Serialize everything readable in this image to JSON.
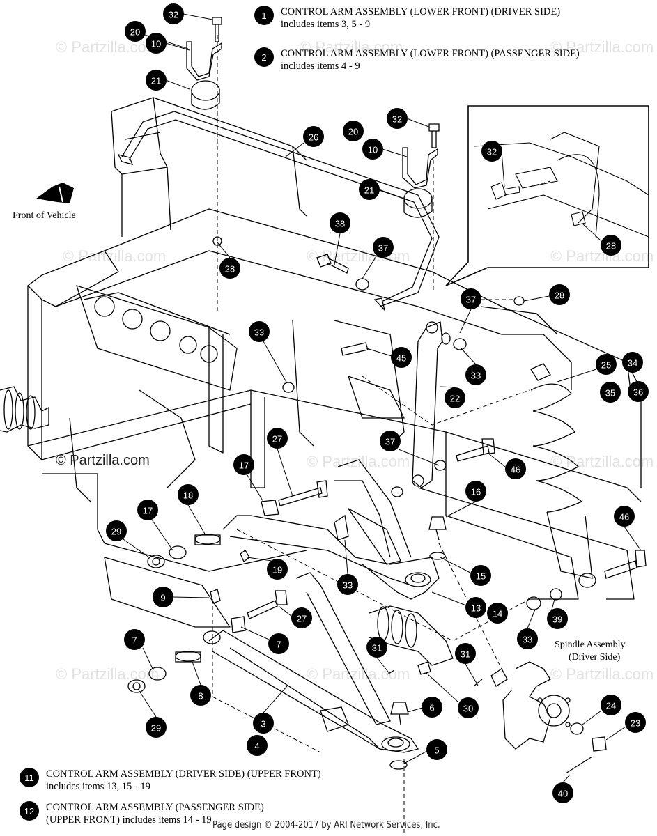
{
  "legend_top": [
    {
      "num": "1",
      "title": "CONTROL ARM ASSEMBLY (LOWER FRONT) (DRIVER SIDE)",
      "sub": "includes items 3, 5 - 9"
    },
    {
      "num": "2",
      "title": "CONTROL ARM ASSEMBLY (LOWER FRONT) (PASSENGER SIDE)",
      "sub": "includes items 4 - 9"
    }
  ],
  "legend_bottom": [
    {
      "num": "11",
      "title": "CONTROL ARM ASSEMBLY (DRIVER SIDE) (UPPER FRONT)",
      "sub": "includes items 13, 15 - 19"
    },
    {
      "num": "12",
      "title": "CONTROL ARM ASSEMBLY (PASSENGER SIDE)",
      "sub": "(UPPER FRONT) includes items 14 - 19"
    }
  ],
  "front_of_vehicle": "Front of Vehicle",
  "spindle_label_1": "Spindle Assembly",
  "spindle_label_2": "(Driver Side)",
  "partzilla_mark": "© Partzilla.com",
  "watermark": "© Partzilla.com",
  "footer": "Page design © 2004-2017 by ARI Network Services, Inc.",
  "callouts": [
    "32",
    "20",
    "10",
    "21",
    "26",
    "32",
    "20",
    "10",
    "21",
    "32",
    "28",
    "38",
    "37",
    "28",
    "37",
    "28",
    "33",
    "45",
    "33",
    "22",
    "25",
    "34",
    "35",
    "36",
    "27",
    "37",
    "46",
    "17",
    "18",
    "16",
    "17",
    "29",
    "19",
    "33",
    "15",
    "46",
    "9",
    "13",
    "14",
    "33",
    "39",
    "27",
    "7",
    "7",
    "31",
    "31",
    "8",
    "30",
    "6",
    "24",
    "23",
    "29",
    "3",
    "4",
    "5",
    "40"
  ],
  "colors": {
    "line": "#000000",
    "watermark": "#e2e2e2",
    "callout_fill": "#000000",
    "callout_text": "#ffffff"
  }
}
